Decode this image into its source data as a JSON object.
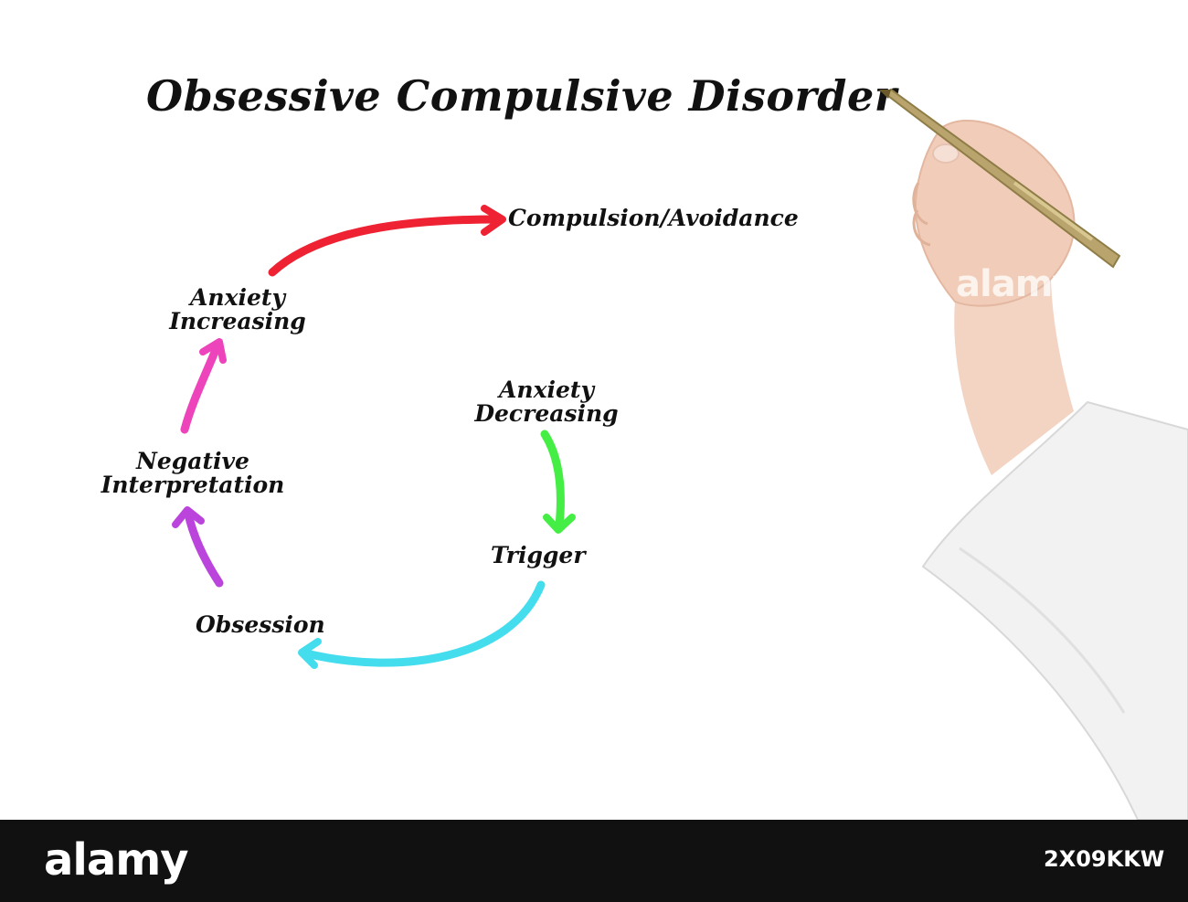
{
  "title": "Obsessive Compulsive Disorder",
  "nodes": {
    "compulsion": "Compulsion/Avoidance",
    "anxiety_increasing": [
      "Anxiety",
      "Increasing"
    ],
    "negative_interpretation": [
      "Negative",
      "Interpretation"
    ],
    "obsession": "Obsession",
    "trigger": "Trigger",
    "anxiety_decreasing": [
      "Anxiety",
      "Decreasing"
    ]
  },
  "arrow_colors": {
    "red": "#ee2233",
    "pink": "#ee44bb",
    "purple": "#bb44dd",
    "cyan": "#44ddee",
    "green": "#44ee44"
  },
  "watermark": "alamy",
  "footer": {
    "logo": "alamy",
    "image_code": "2X09KKW"
  }
}
